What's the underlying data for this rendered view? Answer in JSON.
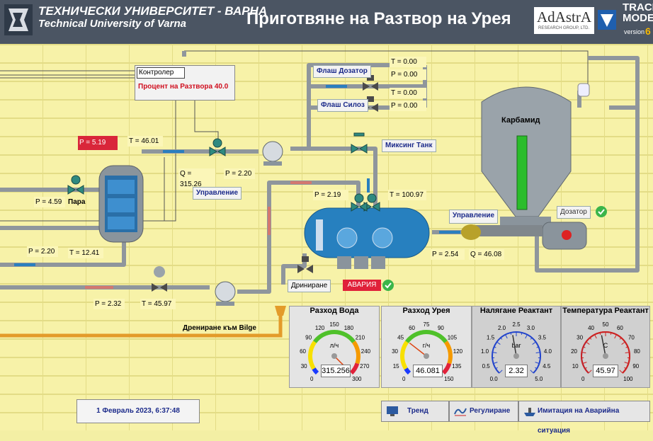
{
  "header": {
    "university_bg": "ТЕХНИЧЕСКИ УНИВЕРСИТЕТ - ВАРНА",
    "university_en": "Technical University of Varna",
    "title": "Приготвяне на Разтвор на Урея",
    "brand": "AdAstrA",
    "brand_sub": "RESEARCH GROUP, LTD.",
    "trace_mode_1": "TRACE",
    "trace_mode_2": "MODE",
    "version": "version",
    "version_num": "6"
  },
  "controller": {
    "title": "Контролер",
    "value": "Процент на Разтвора 40.0"
  },
  "valves": {
    "flash_dosator": "Флаш Дозатор",
    "flash_silo": "Флаш Силоз",
    "mixing_tank": "Миксинг Танк",
    "para": "Пара"
  },
  "tags": {
    "t1": "T = 0.00",
    "p1": "P = 0.00",
    "t2": "T = 0.00",
    "p2": "P = 0.00",
    "steam_p_alarm": "P = 5.19",
    "steam_t": "T = 46.01",
    "q_pump": "Q = 315.26",
    "p_pump": "P = 2.20",
    "p_steam_in": "P = 4.59",
    "p_tank_in": "P = 2.19",
    "t_tank": "T = 100.97",
    "p_left": "P = 2.20",
    "t_left": "T = 12.41",
    "p_drain": "P = 2.54",
    "q_drain": "Q = 46.08",
    "p_bottom": "P = 2.32",
    "t_bottom": "T = 45.97"
  },
  "labels": {
    "upravlenie1": "Управление",
    "upravlenie2": "Управление",
    "karbamid": "Карбамид",
    "dozator": "Дозатор",
    "drinirane": "Дриниране",
    "avaria": "АВАРИЯ",
    "drain_bilge": "Дрениране към Bilge"
  },
  "gauges": [
    {
      "title": "Разход Вода",
      "unit": "л/ч",
      "ticks": [
        "0",
        "30",
        "60",
        "90",
        "120",
        "150",
        "180",
        "210",
        "240",
        "270",
        "300"
      ],
      "value": "315.256",
      "level": 1.0
    },
    {
      "title": "Разход Урея",
      "unit": "г/ч",
      "ticks": [
        "0",
        "15",
        "30",
        "45",
        "60",
        "75",
        "90",
        "105",
        "120",
        "135",
        "150"
      ],
      "value": "46.081",
      "level": 0.307
    },
    {
      "title": "Налягане Реактант",
      "unit": "bar",
      "ticks": [
        "0.0",
        "0.5",
        "1.0",
        "1.5",
        "2.0",
        "2.5",
        "3.0",
        "3.5",
        "4.0",
        "4.5",
        "5.0"
      ],
      "value": "2.32",
      "level": 0.464
    },
    {
      "title": "Температура Реактант",
      "unit": "C",
      "ticks": [
        "0",
        "10",
        "20",
        "30",
        "40",
        "50",
        "60",
        "70",
        "80",
        "90",
        "100"
      ],
      "value": "45.97",
      "level": 0.46
    }
  ],
  "footer": {
    "datetime": "1 Февраль 2023, 6:37:48",
    "trend": "Тренд",
    "regulation": "Регулиране",
    "alarm_sim": "Имитация на Аварийна ситуация"
  },
  "colors": {
    "header_bg": "#4b5563",
    "background": "#f7f2a8",
    "pipe": "#8f969c",
    "alarm_red": "#e0213a",
    "ok_green": "#3bb54a",
    "tank_blue": "#1e7bb3"
  }
}
